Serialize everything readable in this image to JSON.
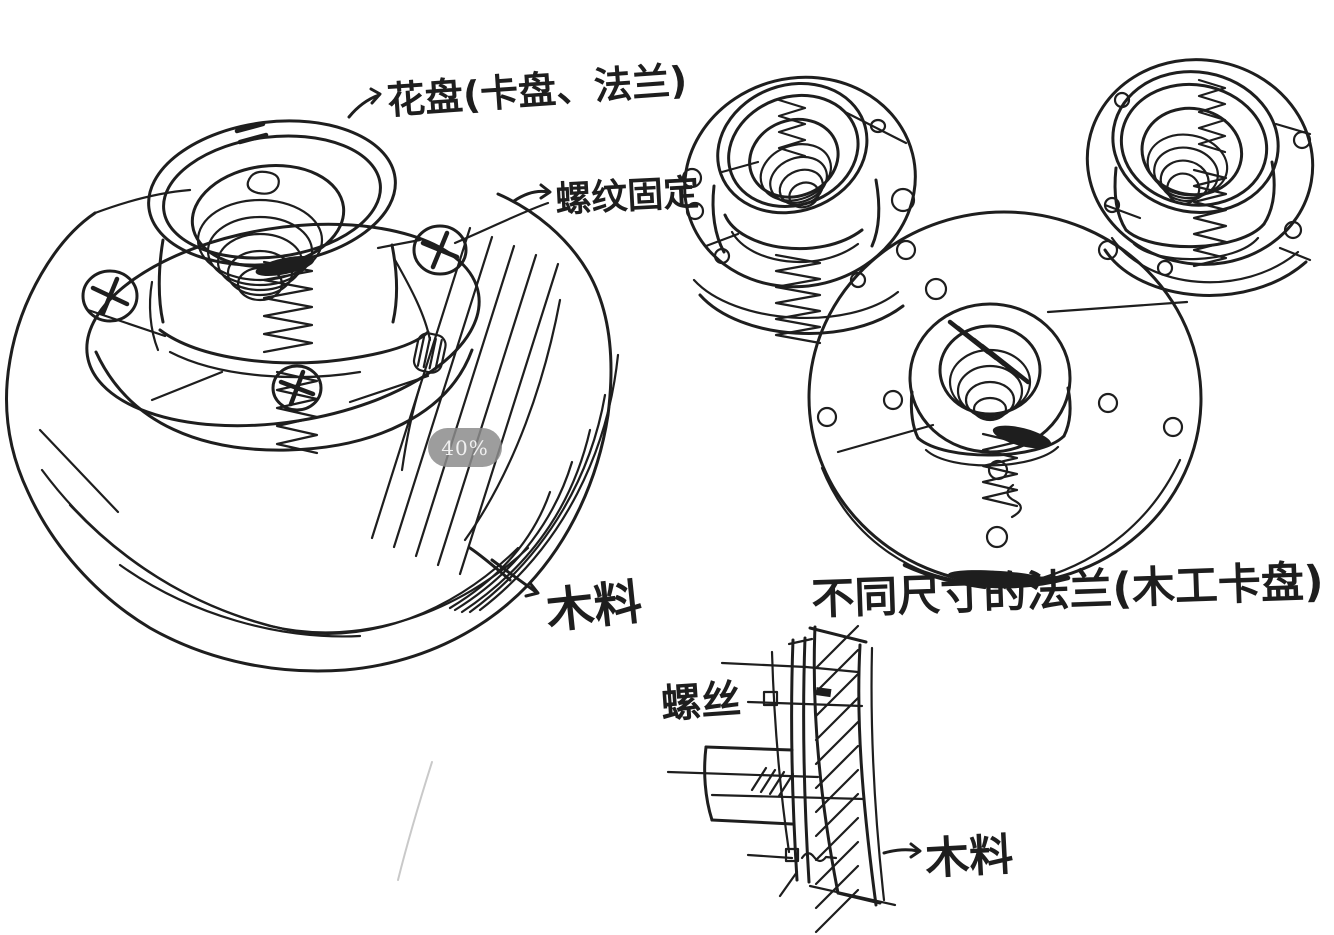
{
  "colors": {
    "ink": "#1e1e1e",
    "pencil": "#c9c9c9",
    "paper": "#ffffff",
    "badge_bg": "rgba(140,140,140,0.85)",
    "badge_text": "#f0f0f0"
  },
  "badge": {
    "label": "40%"
  },
  "labels": {
    "faceplate": "花盘(卡盘、法兰)",
    "thread_fix": "螺纹固定",
    "wood_left": "木料",
    "caption_right": "不同尺寸的法兰(木工卡盘)",
    "screw": "螺丝",
    "wood_bottom": "木料"
  }
}
